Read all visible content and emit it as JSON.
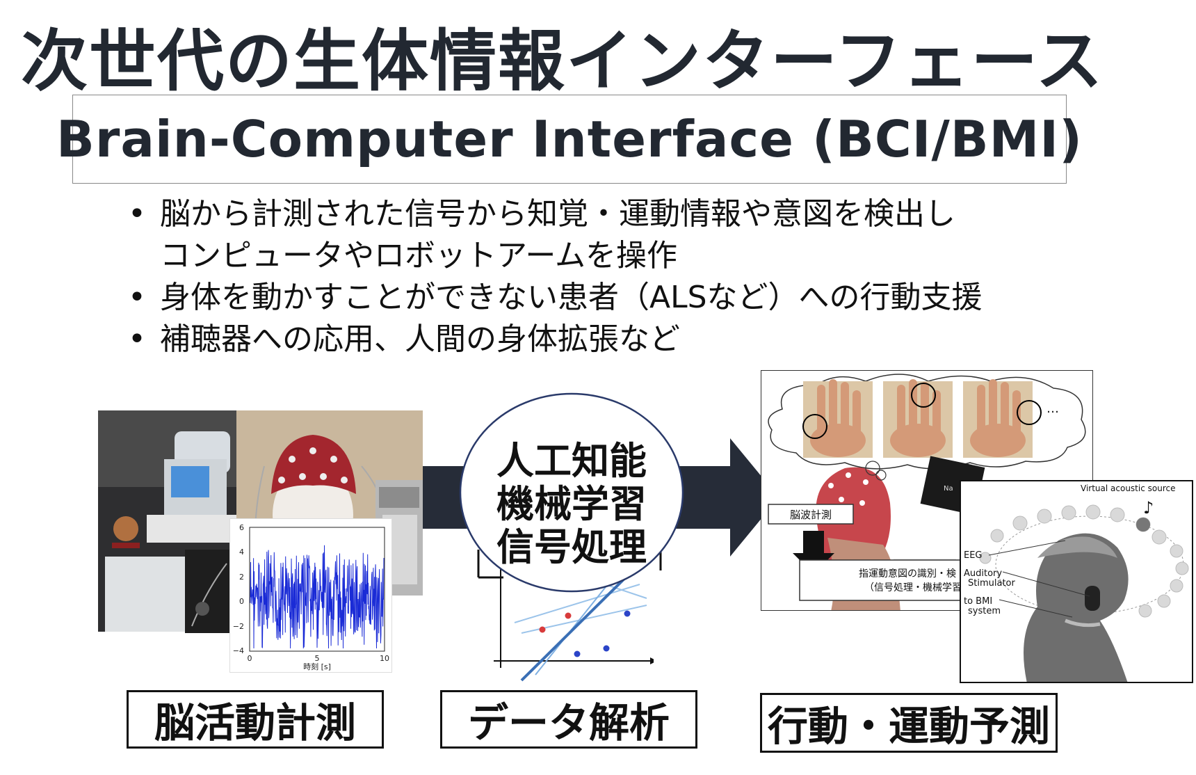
{
  "title": "次世代の生体情報インターフェース",
  "subtitle": "Brain-Computer Interface (BCI/BMI)",
  "bullets": [
    {
      "line1": "脳から計測された信号から知覚・運動情報や意図を検出し",
      "line2": "コンピュータやロボットアームを操作"
    },
    {
      "line1": "身体を動かすことができない患者（ALSなど）への行動支援",
      "line2": ""
    },
    {
      "line1": "補聴器への応用、人間の身体拡張など",
      "line2": ""
    }
  ],
  "center_bubble": {
    "line1": "人工知能",
    "line2": "機械学習",
    "line3": "信号処理"
  },
  "stage_labels": {
    "measure": "脳活動計測",
    "analysis": "データ解析",
    "predict": "行動・運動予測"
  },
  "eeg_plot": {
    "x_ticks": [
      "0",
      "5",
      "10"
    ],
    "y_ticks": [
      "6",
      "4",
      "2",
      "0",
      "−2",
      "−4"
    ],
    "xlabel": "時刻 [s]"
  },
  "right_diagram": {
    "ellipsis": "…",
    "measure_label": "脳波計測",
    "decode_line1": "指運動意図の識別・検",
    "decode_line2": "（信号処理・機械学習",
    "monitor_text": "Na"
  },
  "acoustic_diagram": {
    "title": "Virtual acoustic source",
    "note": "♪",
    "eeg": "EEG",
    "stim_line1": "Auditory",
    "stim_line2": "Stimulator",
    "bmi_line1": "to BMI",
    "bmi_line2": "system"
  },
  "colors": {
    "arrow": "#262c38",
    "text_dark": "#222831",
    "eeg_trace": "#1a2bd6",
    "bubble_border": "#2a3a6a"
  }
}
